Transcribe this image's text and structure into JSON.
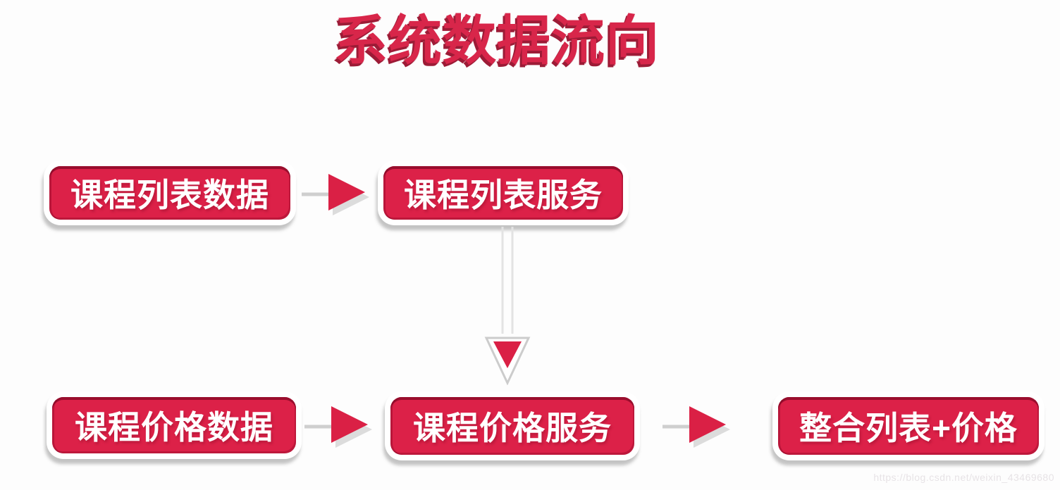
{
  "title": "系统数据流向",
  "nodes": [
    {
      "id": "course-list-data",
      "label": "课程列表数据"
    },
    {
      "id": "course-list-service",
      "label": "课程列表服务"
    },
    {
      "id": "course-price-data",
      "label": "课程价格数据"
    },
    {
      "id": "course-price-service",
      "label": "课程价格服务"
    },
    {
      "id": "merged-list-price",
      "label": "整合列表+价格"
    }
  ],
  "edges": [
    {
      "from": "course-list-data",
      "to": "course-list-service",
      "direction": "right"
    },
    {
      "from": "course-list-service",
      "to": "course-price-service",
      "direction": "down"
    },
    {
      "from": "course-price-data",
      "to": "course-price-service",
      "direction": "right"
    },
    {
      "from": "course-price-service",
      "to": "merged-list-price",
      "direction": "right"
    }
  ],
  "watermark": "https://blog.csdn.net/weixin_43469680",
  "colors": {
    "node_fill": "#dc2148",
    "node_edge_dark": "#a31434",
    "node_border": "#ffffff",
    "node_text": "#ffffff",
    "title_text": "#d8264a",
    "title_shadow": "#9c1b36",
    "arrow_red": "#da2045",
    "connector_gray": "#d9d9d9",
    "background": "#fdfdfd",
    "watermark_text": "#e7e3e6"
  }
}
